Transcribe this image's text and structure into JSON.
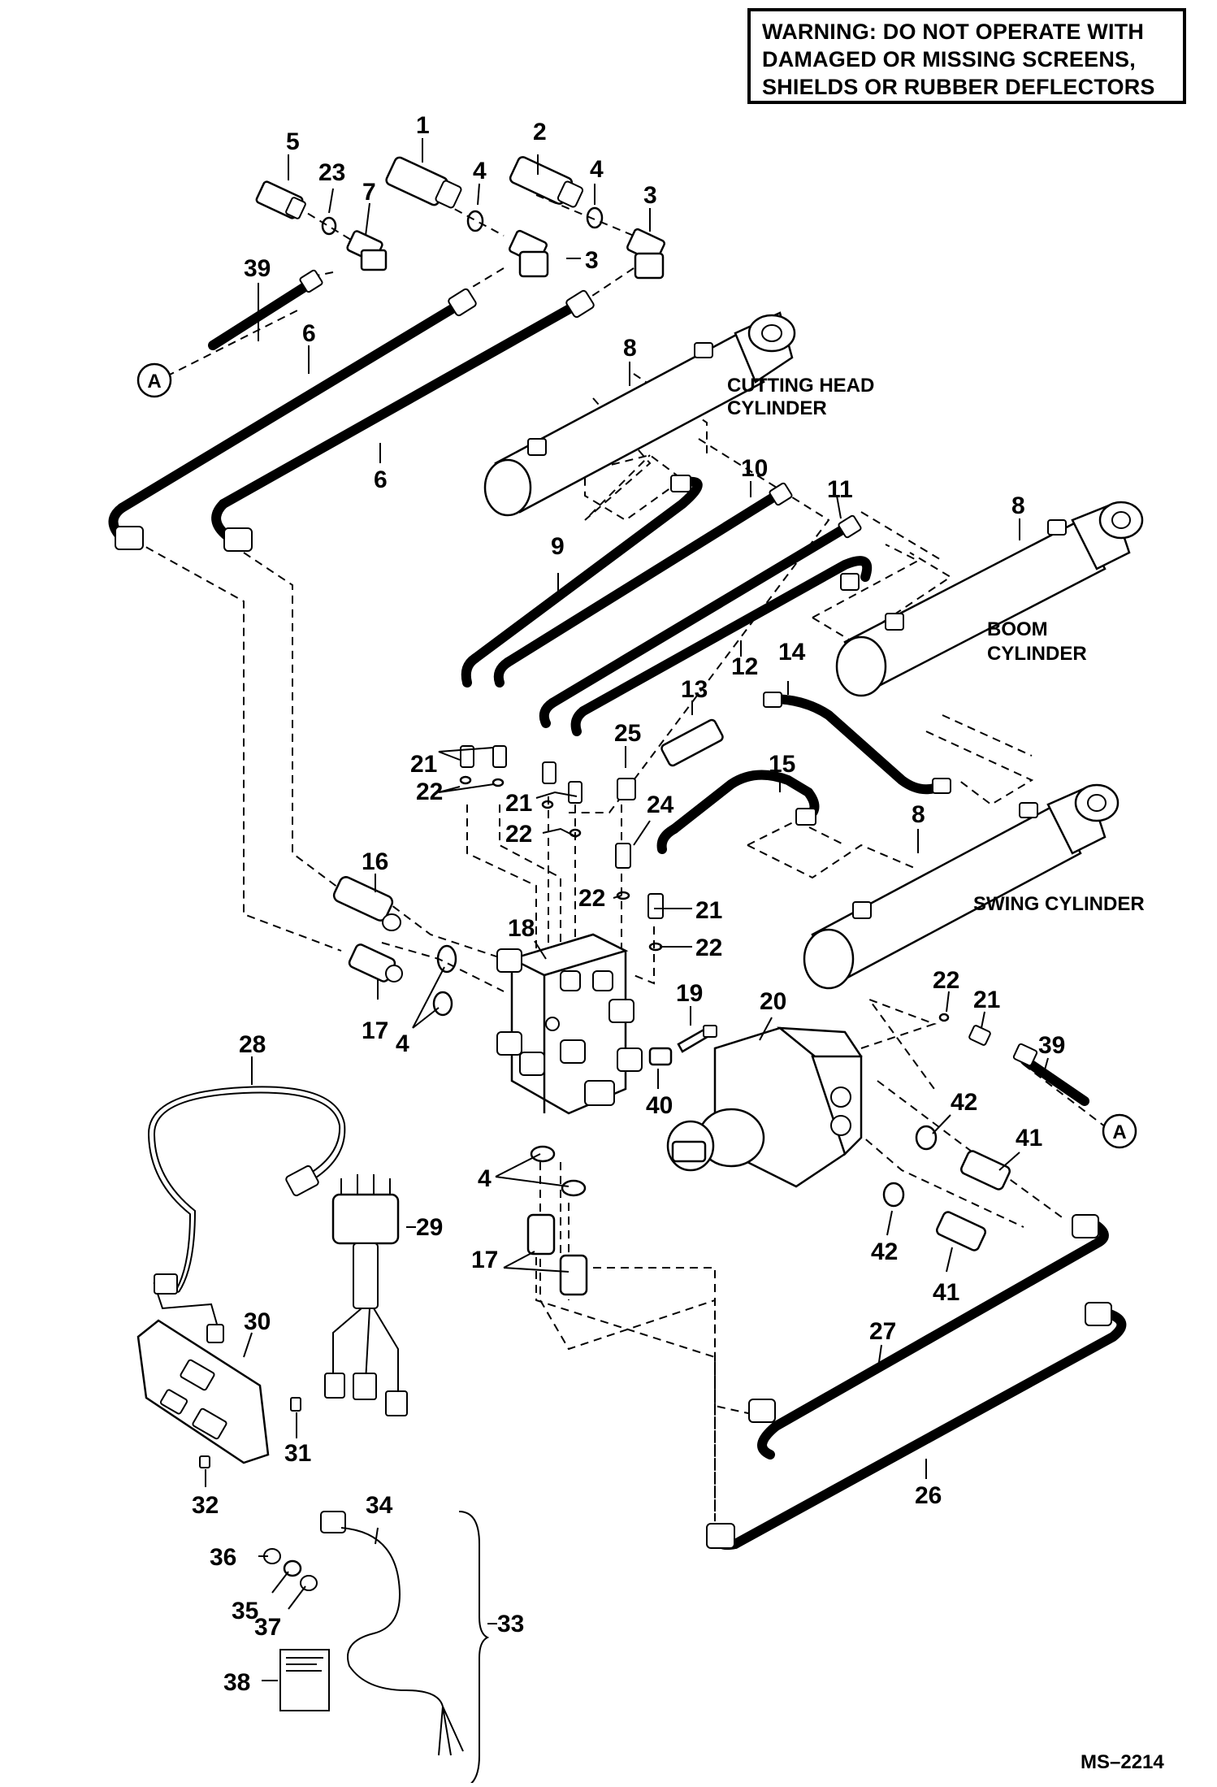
{
  "warning": {
    "line1": "WARNING:  DO NOT OPERATE WITH",
    "line2": "DAMAGED OR MISSING SCREENS,",
    "line3": "SHIELDS OR RUBBER DEFLECTORS"
  },
  "labels": {
    "cutting_head_1": "CUTTING HEAD",
    "cutting_head_2": "CYLINDER",
    "boom_1": "BOOM",
    "boom_2": "CYLINDER",
    "swing": "SWING CYLINDER",
    "ref_a": "A",
    "figure_id": "MS–2214"
  },
  "callouts": {
    "n1": "1",
    "n2": "2",
    "n3a": "3",
    "n3b": "3",
    "n4a": "4",
    "n4b": "4",
    "n4c": "4",
    "n4d": "4",
    "n5": "5",
    "n6a": "6",
    "n6b": "6",
    "n7": "7",
    "n8a": "8",
    "n8b": "8",
    "n8c": "8",
    "n9": "9",
    "n10": "10",
    "n11": "11",
    "n12": "12",
    "n13": "13",
    "n14": "14",
    "n15": "15",
    "n16": "16",
    "n17a": "17",
    "n17b": "17",
    "n18": "18",
    "n19": "19",
    "n20": "20",
    "n21a": "21",
    "n21b": "21",
    "n21c": "21",
    "n21d": "21",
    "n22a": "22",
    "n22b": "22",
    "n22c": "22",
    "n22d": "22",
    "n22e": "22",
    "n23": "23",
    "n24": "24",
    "n25": "25",
    "n26": "26",
    "n27": "27",
    "n28": "28",
    "n29": "29",
    "n30": "30",
    "n31": "31",
    "n32": "32",
    "n33": "33",
    "n34": "34",
    "n35": "35",
    "n36": "36",
    "n37": "37",
    "n38": "38",
    "n39a": "39",
    "n39b": "39",
    "n40": "40",
    "n41a": "41",
    "n41b": "41",
    "n42a": "42",
    "n42b": "42"
  }
}
